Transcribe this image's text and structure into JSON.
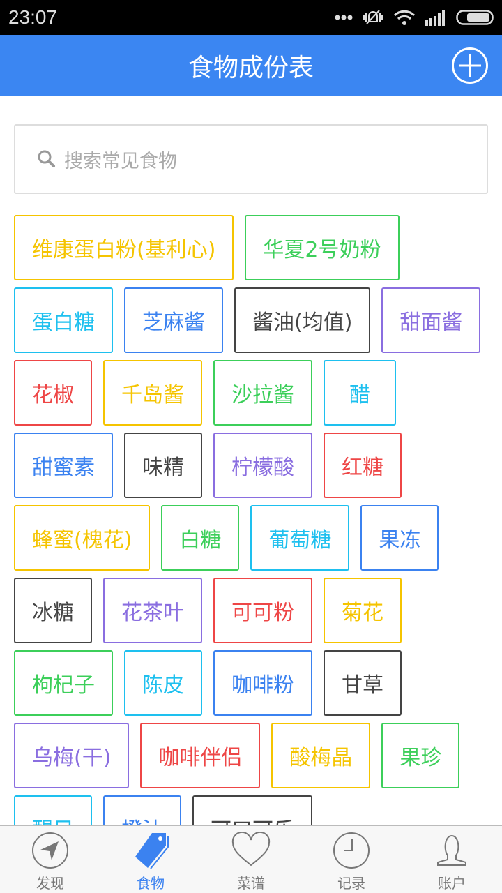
{
  "status_bar": {
    "time": "23:07"
  },
  "header": {
    "title": "食物成份表"
  },
  "search": {
    "placeholder": "搜索常见食物"
  },
  "colors": {
    "yellow": "#f5c400",
    "green": "#3ccf5a",
    "cyan": "#1ec0ef",
    "blue": "#3b82f0",
    "dark": "#444444",
    "purple": "#8a6ee0",
    "red": "#ee4646",
    "accent": "#3b86f2"
  },
  "tags": [
    {
      "label": "维康蛋白粉(基利心)",
      "color": "yellow"
    },
    {
      "label": "华夏2号奶粉",
      "color": "green"
    },
    {
      "label": "蛋白糖",
      "color": "cyan"
    },
    {
      "label": "芝麻酱",
      "color": "blue"
    },
    {
      "label": "酱油(均值)",
      "color": "dark"
    },
    {
      "label": "甜面酱",
      "color": "purple"
    },
    {
      "label": "花椒",
      "color": "red"
    },
    {
      "label": "千岛酱",
      "color": "yellow"
    },
    {
      "label": "沙拉酱",
      "color": "green"
    },
    {
      "label": "醋",
      "color": "cyan"
    },
    {
      "label": "甜蜜素",
      "color": "blue"
    },
    {
      "label": "味精",
      "color": "dark"
    },
    {
      "label": "柠檬酸",
      "color": "purple"
    },
    {
      "label": "红糖",
      "color": "red"
    },
    {
      "label": "蜂蜜(槐花)",
      "color": "yellow"
    },
    {
      "label": "白糖",
      "color": "green"
    },
    {
      "label": "葡萄糖",
      "color": "cyan"
    },
    {
      "label": "果冻",
      "color": "blue"
    },
    {
      "label": "冰糖",
      "color": "dark"
    },
    {
      "label": "花茶叶",
      "color": "purple"
    },
    {
      "label": "可可粉",
      "color": "red"
    },
    {
      "label": "菊花",
      "color": "yellow"
    },
    {
      "label": "枸杞子",
      "color": "green"
    },
    {
      "label": "陈皮",
      "color": "cyan"
    },
    {
      "label": "咖啡粉",
      "color": "blue"
    },
    {
      "label": "甘草",
      "color": "dark"
    },
    {
      "label": "乌梅(干)",
      "color": "purple"
    },
    {
      "label": "咖啡伴侣",
      "color": "red"
    },
    {
      "label": "酸梅晶",
      "color": "yellow"
    },
    {
      "label": "果珍",
      "color": "green"
    },
    {
      "label": "醒目",
      "color": "cyan"
    },
    {
      "label": "橙汁",
      "color": "blue"
    },
    {
      "label": "可口可乐",
      "color": "dark"
    }
  ],
  "nav": [
    {
      "label": "发现",
      "icon": "compass-icon"
    },
    {
      "label": "食物",
      "icon": "tag-icon",
      "active": true
    },
    {
      "label": "菜谱",
      "icon": "heart-icon"
    },
    {
      "label": "记录",
      "icon": "clock-icon"
    },
    {
      "label": "账户",
      "icon": "user-icon"
    }
  ]
}
